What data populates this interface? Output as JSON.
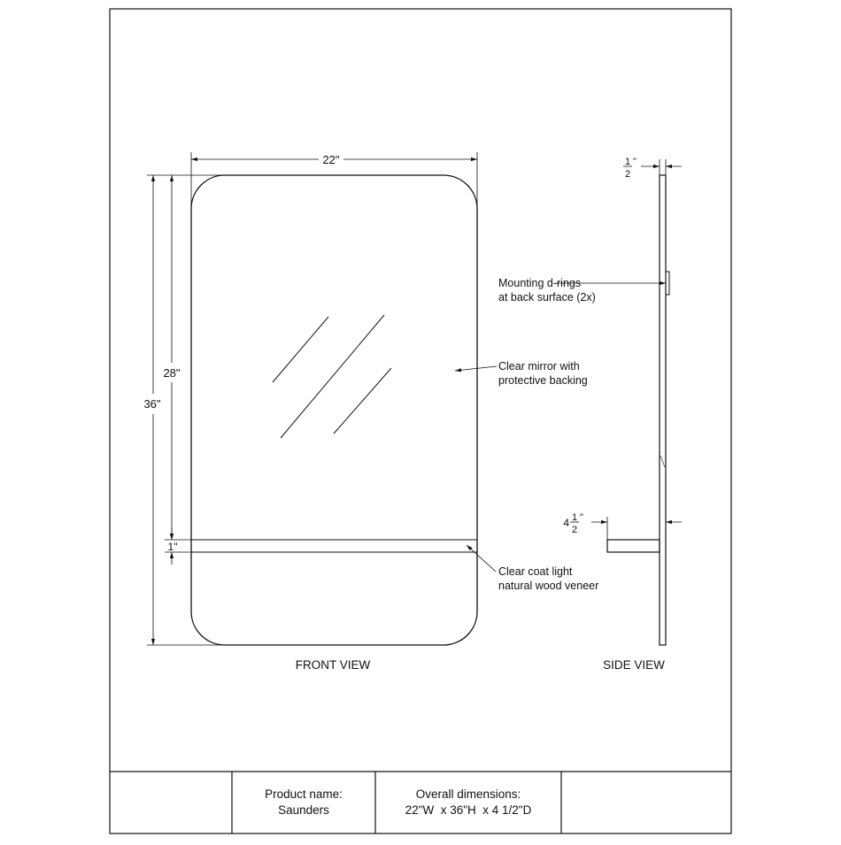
{
  "front_view": {
    "label": "FRONT VIEW",
    "dim_width": "22\"",
    "dim_height_total": "36\"",
    "dim_height_mirror": "28\"",
    "dim_shelf": "1\""
  },
  "side_view": {
    "label": "SIDE VIEW",
    "dim_thickness_whole": "",
    "dim_thickness_num": "1",
    "dim_thickness_den": "2",
    "dim_shelf_depth_whole": "4",
    "dim_shelf_depth_num": "1",
    "dim_shelf_depth_den": "2",
    "inch_mark": "\""
  },
  "callouts": {
    "mounting_line1": "Mounting d-rings",
    "mounting_line2": "at back surface (2x)",
    "mirror_line1": "Clear mirror with",
    "mirror_line2": "protective backing",
    "wood_line1": "Clear coat light",
    "wood_line2": "natural wood veneer"
  },
  "title_block": {
    "product_label": "Product name:",
    "product_value": "Saunders",
    "dims_label": "Overall dimensions:",
    "dims_value": "22\"W  x 36\"H  x 4 1/2\"D"
  }
}
